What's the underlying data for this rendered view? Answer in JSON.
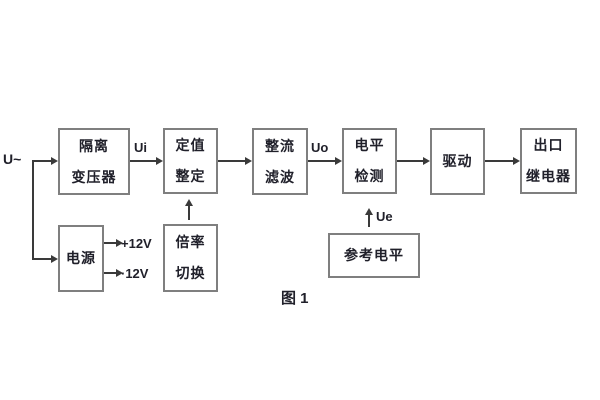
{
  "figure": {
    "caption": "图 1",
    "blocks": {
      "isolation_transformer": {
        "line1": "隔离",
        "line2": "变压器"
      },
      "setting_adjust": {
        "line1": "定值",
        "line2": "整定"
      },
      "rectify_filter": {
        "line1": "整流",
        "line2": "滤波"
      },
      "level_detect": {
        "line1": "电平",
        "line2": "检测"
      },
      "drive": {
        "line1": "驱动"
      },
      "output_relay": {
        "line1": "出口",
        "line2": "继电器"
      },
      "power_supply": {
        "line1": "电源"
      },
      "ratio_switch": {
        "line1": "倍率",
        "line2": "切换"
      },
      "reference_level": {
        "line1": "参考电平"
      }
    },
    "labels": {
      "input": "U~",
      "ui": "Ui",
      "uo": "Uo",
      "ue": "Ue",
      "plus12v": "+12V",
      "minus12v": "·12V"
    },
    "colors": {
      "background": "#ffffff",
      "box_border": "#7f7f7f",
      "text": "#20202a",
      "line": "#3a3a3a"
    }
  }
}
